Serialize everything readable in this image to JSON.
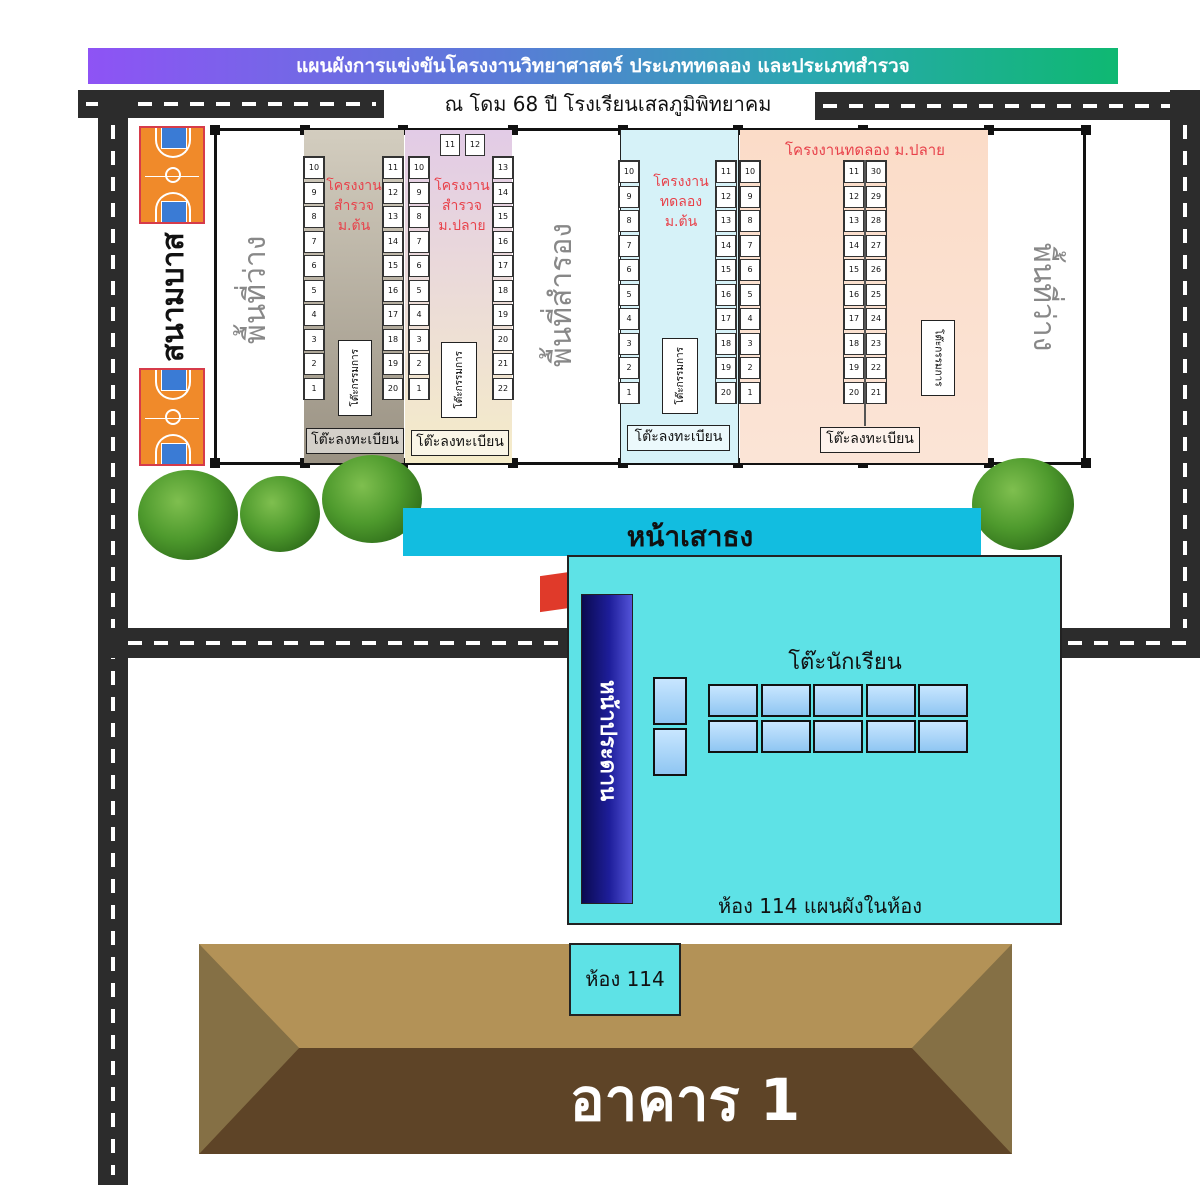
{
  "title": "แผนผังการแข่งขันโครงงานวิทยาศาสตร์ ประเภททดลอง และประเภทสำรวจ",
  "venue": "ณ โดม 68 ปี  โรงเรียนเสลภูมิพิทยาคม",
  "areas": {
    "court": "สนามบาส",
    "empty_left": "พื้นที่ว่าง",
    "reserve": "พื้นที่สำรอง",
    "empty_right": "พื้นที่ว่าง",
    "flagpole": "หน้าเสาธง"
  },
  "zones": {
    "survey_lower": {
      "label": "โครงงาน\nสำรวจ\nม.ต้น",
      "judge": "โต๊ะกรรมการ",
      "register": "โต๊ะลงทะเบียน",
      "color": "#c6c0b2"
    },
    "survey_upper": {
      "label": "โครงงาน\nสำรวจ\nม.ปลาย",
      "judge": "โต๊ะกรรมการ",
      "register": "โต๊ะลงทะเบียน",
      "color": "#ead6ea"
    },
    "exp_lower": {
      "label": "โครงงาน\nทดลอง\nม.ต้น",
      "judge": "โต๊ะกรรมการ",
      "register": "โต๊ะลงทะเบียน",
      "color": "#d6f2f8"
    },
    "exp_upper": {
      "label": "โครงงานทดลอง ม.ปลาย",
      "judge": "โต๊ะกรรมการ",
      "register": "โต๊ะลงทะเบียน",
      "color": "#fbe0d0"
    }
  },
  "seats": {
    "sl_left": [
      "10",
      "9",
      "8",
      "7",
      "6",
      "5",
      "4",
      "3",
      "2",
      "1"
    ],
    "sl_right": [
      "11",
      "12",
      "13",
      "14",
      "15",
      "16",
      "17",
      "18",
      "19",
      "20"
    ],
    "su_left": [
      "10",
      "9",
      "8",
      "7",
      "6",
      "5",
      "4",
      "3",
      "2",
      "1"
    ],
    "su_top": [
      "11",
      "12"
    ],
    "su_right": [
      "13",
      "14",
      "15",
      "16",
      "17",
      "18",
      "19",
      "20",
      "21",
      "22"
    ],
    "el_left": [
      "10",
      "9",
      "8",
      "7",
      "6",
      "5",
      "4",
      "3",
      "2",
      "1"
    ],
    "el_right": [
      "11",
      "12",
      "13",
      "14",
      "15",
      "16",
      "17",
      "18",
      "19",
      "20"
    ],
    "eu_left": [
      "10",
      "9",
      "8",
      "7",
      "6",
      "5",
      "4",
      "3",
      "2",
      "1"
    ],
    "eu_mid_a": [
      "11",
      "12",
      "13",
      "14",
      "15",
      "16",
      "17",
      "18",
      "19",
      "20"
    ],
    "eu_mid_b": [
      "30",
      "29",
      "28",
      "27",
      "26",
      "25",
      "24",
      "23",
      "22",
      "21"
    ]
  },
  "room": {
    "student_desks": "โต๊ะนักเรียน",
    "stage": "หน้าประดาน",
    "plan_label": "ห้อง 114 แผนผังในห้อง",
    "door_label": "ห้อง 114"
  },
  "building": {
    "name": "อาคาร 1",
    "colors": {
      "roof_top": "#b39257",
      "roof_bottom": "#5e4427",
      "side": "#857045"
    }
  },
  "colors": {
    "road": "#2c2c2c",
    "room": "#5ee2e6",
    "flag": "#12bde0",
    "court": "#f08a2a",
    "red_text": "#e8424b"
  }
}
